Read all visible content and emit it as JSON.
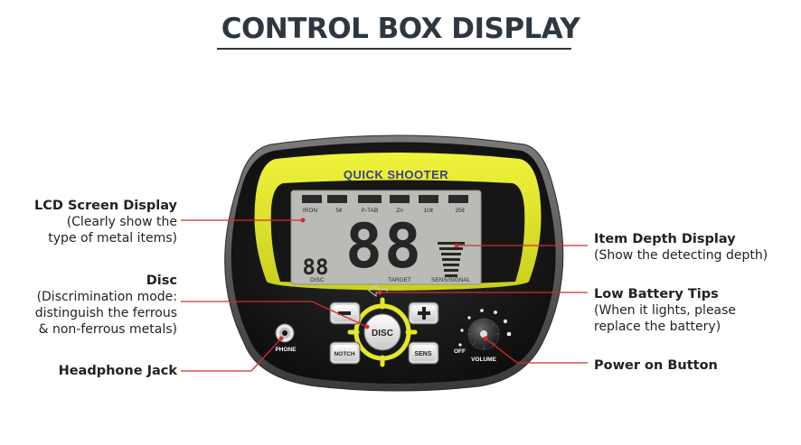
{
  "title": "CONTROL BOX DISPLAY",
  "device": {
    "brand_label": "QUICK SHOOTER",
    "metal_labels": [
      "IRON",
      "5¢",
      "P-TAB",
      "Zn",
      "10¢",
      "25¢"
    ],
    "big_digits": "88",
    "small_digits": "88",
    "disc_label": "DISC",
    "target_label": "TARGET",
    "sens_signal_label": "SENS/SIGNAL",
    "minus_glyph": "−",
    "plus_glyph": "+",
    "disc_button": "DISC",
    "notch_button": "NOTCH",
    "sens_button": "SENS",
    "phone_label": "PHONE",
    "off_label": "OFF",
    "volume_label": "VOLUME"
  },
  "callouts": {
    "lcd": {
      "heading": "LCD Screen Display",
      "lines": [
        "(Clearly show the",
        "type of metal items)"
      ]
    },
    "disc": {
      "heading": "Disc",
      "lines": [
        "(Discrimination mode:",
        "distinguish the ferrous",
        "& non-ferrous metals)"
      ]
    },
    "headphone": {
      "heading": "Headphone Jack"
    },
    "depth": {
      "heading": "Item Depth Display",
      "lines": [
        "(Show the detecting depth)"
      ]
    },
    "battery": {
      "heading": "Low Battery Tips",
      "lines": [
        "(When it lights, please",
        "replace the battery)"
      ]
    },
    "power": {
      "heading": "Power on Button"
    }
  },
  "colors": {
    "title": "#2e3640",
    "body": "#1a1a1a",
    "bezel": "#5a5a5a",
    "yellow": "#e3e82a",
    "lcd": "#b9bcb6",
    "segment": "#2a2a2a",
    "leader": "#d62b2b"
  }
}
